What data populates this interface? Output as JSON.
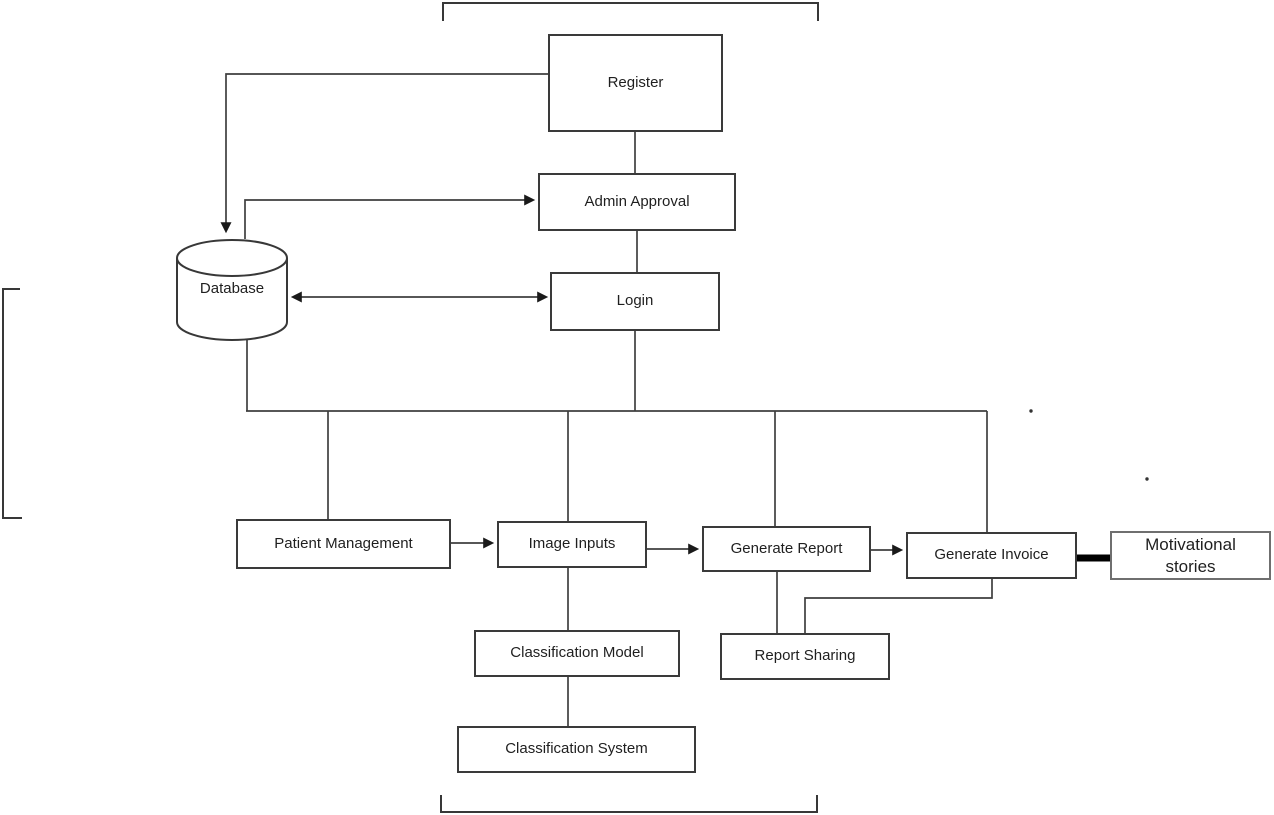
{
  "diagram_type": "flowchart",
  "colors": {
    "background": "#ffffff",
    "box_border": "#3a3a3a",
    "secondary_border": "#6f6f6f",
    "connector": "#3f3f3f",
    "thick_connector": "#000000",
    "text": "#1f1f1f"
  },
  "nodes": {
    "register": {
      "label": "Register"
    },
    "admin_approval": {
      "label": "Admin Approval"
    },
    "login": {
      "label": "Login"
    },
    "database": {
      "label": "Database"
    },
    "patient_management": {
      "label": "Patient Management"
    },
    "image_inputs": {
      "label": "Image Inputs"
    },
    "generate_report": {
      "label": "Generate Report"
    },
    "generate_invoice": {
      "label": "Generate Invoice"
    },
    "motivational_stories": {
      "label": "Motivational stories"
    },
    "report_sharing": {
      "label": "Report Sharing"
    },
    "classification_model": {
      "label": "Classification Model"
    },
    "classification_system": {
      "label": "Classification System"
    }
  },
  "edges": [
    {
      "from": "register",
      "to": "database",
      "arrow": "end"
    },
    {
      "from": "register",
      "to": "admin_approval",
      "arrow": "none"
    },
    {
      "from": "database",
      "to": "admin_approval",
      "arrow": "end"
    },
    {
      "from": "admin_approval",
      "to": "login",
      "arrow": "none"
    },
    {
      "from": "database",
      "to": "login",
      "arrow": "both"
    },
    {
      "from": "login",
      "to": "distribution_bus",
      "arrow": "none"
    },
    {
      "from": "database",
      "to": "distribution_bus",
      "arrow": "none"
    },
    {
      "from": "distribution_bus",
      "to": "patient_management",
      "arrow": "none"
    },
    {
      "from": "distribution_bus",
      "to": "image_inputs",
      "arrow": "none"
    },
    {
      "from": "distribution_bus",
      "to": "generate_report",
      "arrow": "none"
    },
    {
      "from": "distribution_bus",
      "to": "generate_invoice",
      "arrow": "none"
    },
    {
      "from": "patient_management",
      "to": "image_inputs",
      "arrow": "end"
    },
    {
      "from": "image_inputs",
      "to": "generate_report",
      "arrow": "end"
    },
    {
      "from": "generate_report",
      "to": "generate_invoice",
      "arrow": "end"
    },
    {
      "from": "generate_invoice",
      "to": "motivational_stories",
      "arrow": "thick"
    },
    {
      "from": "generate_report",
      "to": "report_sharing",
      "arrow": "none"
    },
    {
      "from": "generate_invoice",
      "to": "report_sharing",
      "arrow": "none"
    },
    {
      "from": "image_inputs",
      "to": "classification_model",
      "arrow": "none"
    },
    {
      "from": "classification_model",
      "to": "classification_system",
      "arrow": "none"
    }
  ]
}
